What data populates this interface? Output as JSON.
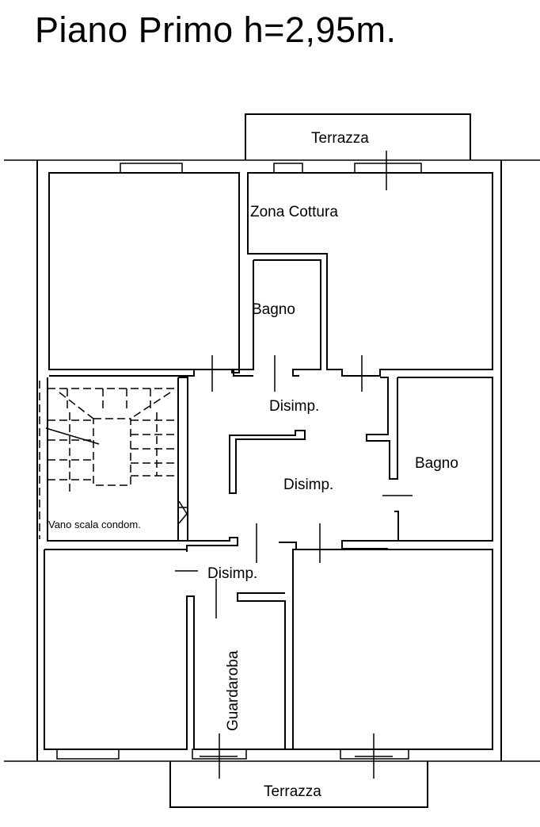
{
  "title": "Piano Primo h=2,95m.",
  "labels": {
    "terrazza_top": "Terrazza",
    "zona_cottura": "Zona Cottura",
    "bagno_1": "Bagno",
    "disimp_1": "Disimp.",
    "bagno_2": "Bagno",
    "disimp_2": "Disimp.",
    "vano_scala": "Vano scala condom.",
    "disimp_3": "Disimp.",
    "guardaroba": "Guardaroba",
    "terrazza_bottom": "Terrazza"
  }
}
